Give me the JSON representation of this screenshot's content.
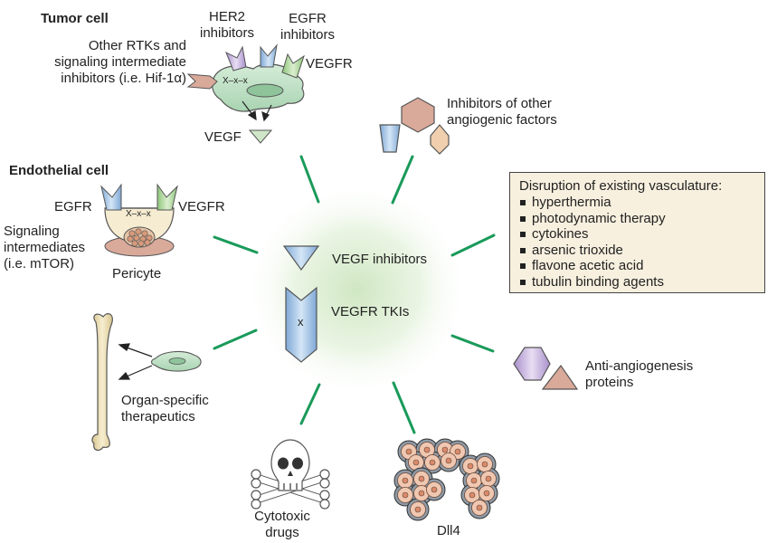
{
  "tumor": {
    "title": "Tumor cell",
    "her2": [
      "HER2",
      "inhibitors"
    ],
    "egfr": [
      "EGFR",
      "inhibitors"
    ],
    "other": [
      "Other RTKs and",
      "signaling intermediate",
      "inhibitors (i.e. Hif-1α)"
    ],
    "vegfr": "VEGFR",
    "xxx": "X–x–x",
    "vegf": "VEGF"
  },
  "endothelial": {
    "title": "Endothelial cell",
    "egfr": "EGFR",
    "vegfr": "VEGFR",
    "xxx": "X–x–x",
    "signaling": [
      "Signaling",
      "intermediates",
      "(i.e. mTOR)"
    ],
    "pericyte": "Pericyte"
  },
  "center": {
    "vegf_inhibitors": "VEGF inhibitors",
    "vegfr_tkis": "VEGFR TKIs",
    "x": "x"
  },
  "other_angiogenic": [
    "Inhibitors of other",
    "angiogenic factors"
  ],
  "disruption": {
    "heading": "Disruption of existing vasculature:",
    "items": [
      "hyperthermia",
      "photodynamic therapy",
      "cytokines",
      "arsenic trioxide",
      "flavone acetic acid",
      "tubulin binding agents"
    ]
  },
  "anti_angiogenesis": [
    "Anti-angiogenesis",
    "proteins"
  ],
  "dll4": "Dll4",
  "cytotoxic": [
    "Cytotoxic",
    "drugs"
  ],
  "organ": [
    "Organ-specific",
    "therapeutics"
  ],
  "colors": {
    "spoke": "#1a9a5a",
    "cell_green": "#bfe0c6",
    "blue": "#a9c9e6",
    "purple": "#c9b5dd",
    "green_receptor": "#b9dca3",
    "peach": "#f0cfae",
    "rose": "#d9a99a",
    "bone": "#efe1b5",
    "glow": "#d4eac8"
  }
}
